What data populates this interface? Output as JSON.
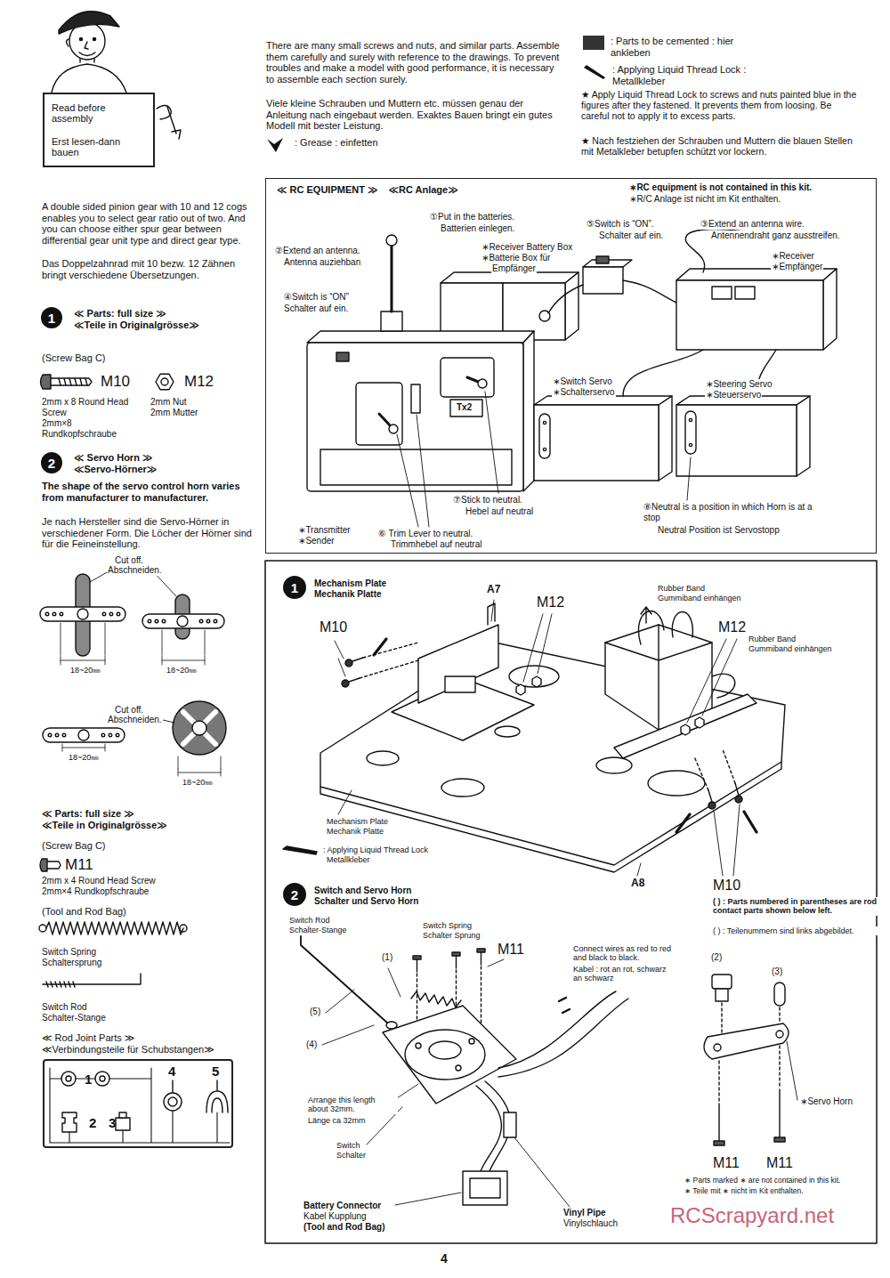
{
  "diagram": {
    "nodes": [
      {
        "text": [
          "Read before assembly",
          "Erst lesen-dann bauen"
        ]
      },
      {
        "text": [
          "1"
        ]
      },
      {
        "text": [
          "2"
        ]
      },
      {
        "text": [
          "1",
          "2",
          "3",
          "4",
          "5"
        ]
      },
      {
        "text": [
          "≪ RC EQUIPMENT ≫",
          "≪RC Anlage≫"
        ]
      },
      {
        "text": [
          "1"
        ]
      },
      {
        "text": [
          "2"
        ]
      }
    ],
    "labels": [
      "There are many small screws and nuts, and similar parts. Assemble them carefully and surely with reference to the drawings. To prevent troubles and make a model with good performance, it is necessary to assemble each section surely.",
      "Viele kleine Schrauben und Muttern etc. müssen genau der Anleitung nach eingebaut werden. Exaktes Bauen bringt ein gutes Modell mit bester Leistung.",
      "★ Apply Liquid Thread Lock to screws and nuts painted blue in the figures after they fastened. It prevents them from loosing. Be careful not to apply it to excess parts.",
      "★ Nach festziehen der Schrauben und Muttern die blauen Stellen mit Metalkleber betupfen schützt vor lockern.",
      "A double sided pinion gear with 10 and 12 cogs enables you to select gear ratio out of two. And you can choose either spur gear between differential gear unit type and direct gear type.",
      "Das Doppelzahnrad mit 10 bezw. 12 Zähnen bringt verschiedene Übersetzungen.",
      "≪ Parts: full size ≫",
      "≪Teile in Originalgrösse≫",
      "(Screw Bag C)",
      "M10",
      "M12",
      "2mm x 8 Round Head Screw",
      "2mm×8 Rundkopfschraube",
      "2mm Nut",
      "2mm Mutter",
      "≪ Servo Horn ≫",
      "≪Servo-Hörner≫",
      "The shape of the servo control horn varies from manufacturer to manufacturer.",
      "Je nach Hersteller sind die Servo-Hörner in verschiedener Form. Die Löcher der Hörner sind für die Feineinstellung.",
      "Cut off.",
      "Abschneiden.",
      "18~20㎜",
      "18~20㎜",
      "Cut off.",
      "Abschneiden.",
      "18~20㎜",
      "18~20㎜",
      "≪ Parts: full size ≫",
      "≪Teile in Originalgrösse≫",
      "(Screw Bag C)",
      "M11",
      "2mm x 4 Round Head Screw",
      "2mm×4 Rundkopfschraube",
      "(Tool and Rod Bag)",
      "Switch Spring",
      "Schaltersprung",
      "Switch Rod",
      "Schalter-Stange",
      "≪ Rod Joint Parts ≫",
      "≪Verbindungsteile für Schubstangen≫",
      "∗RC equipment is not contained in this kit.",
      "∗R/C Anlage ist nicht im Kit enthalten.",
      "①Put in the batteries.",
      "Batterien einlegen.",
      "⑤Switch is “ON”.",
      "Schalter auf ein.",
      "③Extend an antenna wire.",
      "Antennendraht ganz ausstreifen.",
      "②Extend an antenna.",
      "Antenna auziehban",
      "∗Receiver Battery Box",
      "∗Batterie Box für",
      "Empfänger",
      "∗Receiver",
      "∗Empfänger",
      "④Switch is “ON”",
      "Schalter auf ein.",
      "Tx2",
      "∗Switch Servo",
      "∗Schalterservo",
      "∗Steering Servo",
      "∗Steuerservo",
      "⑦Stick to neutral.",
      "Hebel auf neutral",
      "⑧Neutral is a position in which Horn is at a stop",
      "Neutral Position ist Servostopp",
      "∗Transmitter",
      "∗Sender",
      "⑥ Trim Lever to neutral.",
      "Trimmhebel auf neutral",
      "Mechanism Plate",
      "Mechanik Platte",
      "A7",
      "M12",
      "Rubber Band",
      "Gummiband einhängen",
      "M12",
      "Rubber Band",
      "Gummiband einhängen",
      "M10",
      "Mechanism Plate",
      "Mechanik Platte",
      ": Applying Liquid Thread Lock",
      "Metallkleber",
      "A8",
      "M10",
      "( ) : Parts numbered in parentheses are rod contact parts shown below left.",
      "( ) : Teilenummern sind links abgebildet.",
      "Switch and Servo Horn",
      "Schalter und Servo Horn",
      "Switch Rod",
      "Schalter-Stange",
      "Switch Spring",
      "Schalter Sprung",
      "M11",
      "(1)",
      "Connect wires as red to red and black to black.",
      "Kabel : rot an rot, schwarz an schwarz",
      "(2)",
      "(3)",
      "(5)",
      "(4)",
      "Arrange this length about 32mm.",
      "Länge ca 32mm",
      "∗Servo Horn",
      "Switch",
      "Schalter",
      "M11",
      "M11",
      "∗ Parts marked ∗ are not contained in this kit.",
      "∗ Teile mit ∗ nicht im Kit enthalten.",
      "Battery Connector",
      "Kabel Kupplung",
      "(Tool and Rod Bag)",
      "Vinyl Pipe",
      "Vinylschlauch",
      "4",
      "RCScrapyard.net"
    ],
    "legend": [
      {
        "text": ": Parts to be cemented : hier ankleben",
        "color": "#333333"
      },
      {
        "text": ": Applying Liquid Thread Lock : Metallkleber"
      },
      {
        "text": ": Grease : einfetten"
      }
    ]
  }
}
